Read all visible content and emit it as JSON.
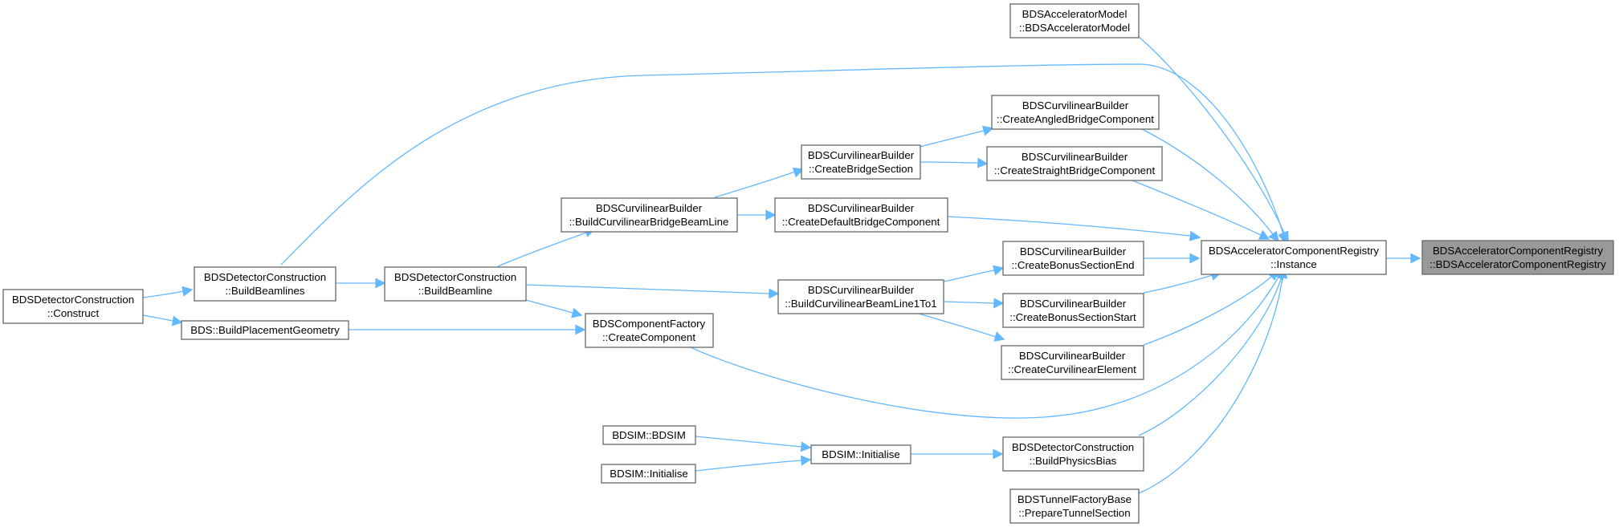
{
  "nodes": {
    "registry_ctor": [
      "BDSAcceleratorComponentRegistry",
      "::BDSAcceleratorComponentRegistry"
    ],
    "registry_instance": [
      "BDSAcceleratorComponentRegistry",
      "::Instance"
    ],
    "model": [
      "BDSAcceleratorModel",
      "::BDSAcceleratorModel"
    ],
    "angled": [
      "BDSCurvilinearBuilder",
      "::CreateAngledBridgeComponent"
    ],
    "straight": [
      "BDSCurvilinearBuilder",
      "::CreateStraightBridgeComponent"
    ],
    "bridge_section": [
      "BDSCurvilinearBuilder",
      "::CreateBridgeSection"
    ],
    "default_bridge": [
      "BDSCurvilinearBuilder",
      "::CreateDefaultBridgeComponent"
    ],
    "bridge_beamline": [
      "BDSCurvilinearBuilder",
      "::BuildCurvilinearBridgeBeamLine"
    ],
    "bonus_end": [
      "BDSCurvilinearBuilder",
      "::CreateBonusSectionEnd"
    ],
    "bonus_start": [
      "BDSCurvilinearBuilder",
      "::CreateBonusSectionStart"
    ],
    "curv_element": [
      "BDSCurvilinearBuilder",
      "::CreateCurvilinearElement"
    ],
    "beamline_1to1": [
      "BDSCurvilinearBuilder",
      "::BuildCurvilinearBeamLine1To1"
    ],
    "build_beamline": [
      "BDSDetectorConstruction",
      "::BuildBeamline"
    ],
    "build_beamlines": [
      "BDSDetectorConstruction",
      "::BuildBeamlines"
    ],
    "construct": [
      "BDSDetectorConstruction",
      "::Construct"
    ],
    "placement": [
      "BDS::BuildPlacementGeometry"
    ],
    "create_component": [
      "BDSComponentFactory",
      "::CreateComponent"
    ],
    "physics_bias": [
      "BDSDetectorConstruction",
      "::BuildPhysicsBias"
    ],
    "bdsim_init": [
      "BDSIM::Initialise"
    ],
    "bdsim_bdsim": [
      "BDSIM::BDSIM"
    ],
    "bdsim_init2": [
      "BDSIM::Initialise"
    ],
    "tunnel": [
      "BDSTunnelFactoryBase",
      "::PrepareTunnelSection"
    ]
  },
  "colors": {
    "edge": "#63b8ff",
    "highlight_fill": "#999999",
    "border": "#666666"
  }
}
